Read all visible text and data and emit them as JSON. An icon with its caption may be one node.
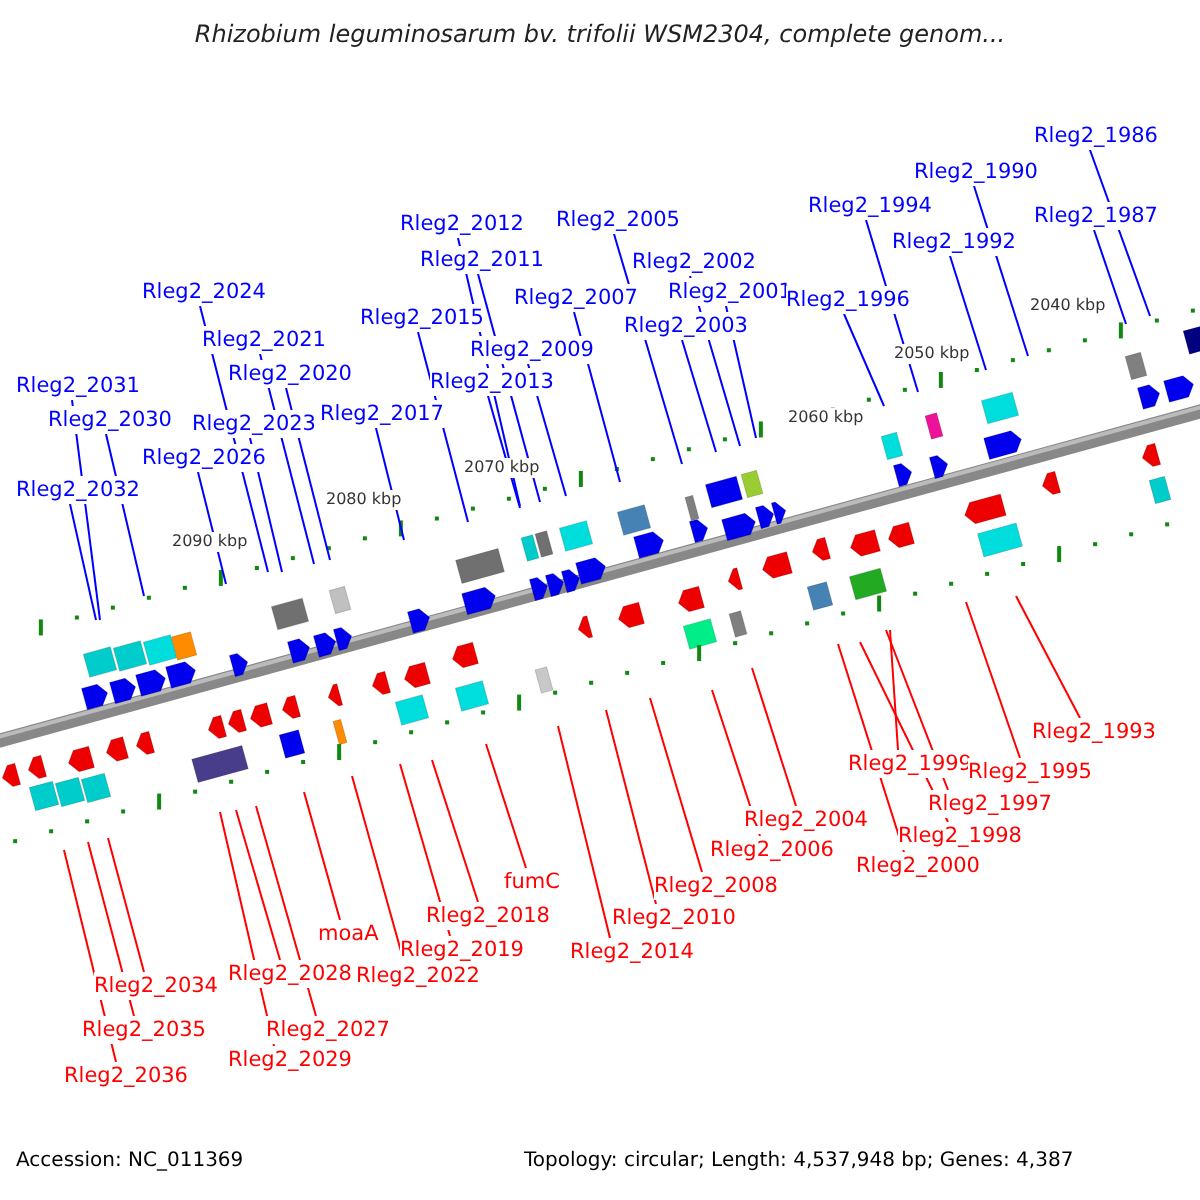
{
  "diagram": {
    "title": "Rhizobium leguminosarum bv. trifolii WSM2304, complete genom...",
    "nodes": [
      {
        "text": [
          "Rleg2_1986"
        ]
      },
      {
        "text": [
          "Rleg2_1990"
        ]
      },
      {
        "text": [
          "Rleg2_1987"
        ]
      },
      {
        "text": [
          "Rleg2_1994"
        ]
      },
      {
        "text": [
          "Rleg2_2005"
        ]
      },
      {
        "text": [
          "Rleg2_1992"
        ]
      },
      {
        "text": [
          "Rleg2_2012"
        ]
      },
      {
        "text": [
          "Rleg2_2002"
        ]
      },
      {
        "text": [
          "Rleg2_2011"
        ]
      },
      {
        "text": [
          "Rleg2_2001"
        ]
      },
      {
        "text": [
          "Rleg2_2024"
        ]
      },
      {
        "text": [
          "Rleg2_2007"
        ]
      },
      {
        "text": [
          "Rleg2_1996"
        ]
      },
      {
        "text": [
          "Rleg2_2015"
        ]
      },
      {
        "text": [
          "Rleg2_2003"
        ]
      },
      {
        "text": [
          "Rleg2_2021"
        ]
      },
      {
        "text": [
          "Rleg2_2009"
        ]
      },
      {
        "text": [
          "Rleg2_2020"
        ]
      },
      {
        "text": [
          "Rleg2_2013"
        ]
      },
      {
        "text": [
          "Rleg2_2031"
        ]
      },
      {
        "text": [
          "Rleg2_2017"
        ]
      },
      {
        "text": [
          "Rleg2_2030"
        ]
      },
      {
        "text": [
          "Rleg2_2023"
        ]
      },
      {
        "text": [
          "Rleg2_2026"
        ]
      },
      {
        "text": [
          "Rleg2_2032"
        ]
      },
      {
        "text": [
          "Rleg2_1993"
        ]
      },
      {
        "text": [
          "Rleg2_1999"
        ]
      },
      {
        "text": [
          "Rleg2_1995"
        ]
      },
      {
        "text": [
          "Rleg2_1997"
        ]
      },
      {
        "text": [
          "Rleg2_2004"
        ]
      },
      {
        "text": [
          "Rleg2_1998"
        ]
      },
      {
        "text": [
          "Rleg2_2006"
        ]
      },
      {
        "text": [
          "Rleg2_2000"
        ]
      },
      {
        "text": [
          "fumC"
        ]
      },
      {
        "text": [
          "Rleg2_2008"
        ]
      },
      {
        "text": [
          "Rleg2_2018"
        ]
      },
      {
        "text": [
          "Rleg2_2010"
        ]
      },
      {
        "text": [
          "moaA"
        ]
      },
      {
        "text": [
          "Rleg2_2019"
        ]
      },
      {
        "text": [
          "Rleg2_2014"
        ]
      },
      {
        "text": [
          "Rleg2_2028"
        ]
      },
      {
        "text": [
          "Rleg2_2022"
        ]
      },
      {
        "text": [
          "Rleg2_2034"
        ]
      },
      {
        "text": [
          "Rleg2_2027"
        ]
      },
      {
        "text": [
          "Rleg2_2035"
        ]
      },
      {
        "text": [
          "Rleg2_2029"
        ]
      },
      {
        "text": [
          "Rleg2_2036"
        ]
      }
    ],
    "edges": [
      {
        "from": 0,
        "to": null,
        "arrow": "none"
      },
      {
        "from": 1,
        "to": null,
        "arrow": "none"
      },
      {
        "from": 2,
        "to": null,
        "arrow": "none"
      },
      {
        "from": 3,
        "to": null,
        "arrow": "none"
      },
      {
        "from": 4,
        "to": null,
        "arrow": "none"
      },
      {
        "from": 5,
        "to": null,
        "arrow": "none"
      },
      {
        "from": 6,
        "to": null,
        "arrow": "none"
      },
      {
        "from": 7,
        "to": null,
        "arrow": "none"
      },
      {
        "from": 8,
        "to": null,
        "arrow": "none"
      },
      {
        "from": 9,
        "to": null,
        "arrow": "none"
      },
      {
        "from": 10,
        "to": null,
        "arrow": "none"
      },
      {
        "from": 11,
        "to": null,
        "arrow": "none"
      },
      {
        "from": 12,
        "to": null,
        "arrow": "none"
      },
      {
        "from": 13,
        "to": null,
        "arrow": "none"
      },
      {
        "from": 14,
        "to": null,
        "arrow": "none"
      },
      {
        "from": 15,
        "to": null,
        "arrow": "none"
      },
      {
        "from": 16,
        "to": null,
        "arrow": "none"
      },
      {
        "from": 17,
        "to": null,
        "arrow": "none"
      },
      {
        "from": 18,
        "to": null,
        "arrow": "none"
      },
      {
        "from": 19,
        "to": null,
        "arrow": "none"
      },
      {
        "from": 20,
        "to": null,
        "arrow": "none"
      },
      {
        "from": 21,
        "to": null,
        "arrow": "none"
      },
      {
        "from": 22,
        "to": null,
        "arrow": "none"
      },
      {
        "from": 23,
        "to": null,
        "arrow": "none"
      },
      {
        "from": 24,
        "to": null,
        "arrow": "none"
      },
      {
        "from": 25,
        "to": null,
        "arrow": "none",
        "color": "#ff0000"
      },
      {
        "from": 26,
        "to": null,
        "arrow": "none",
        "color": "#ff0000"
      },
      {
        "from": 27,
        "to": null,
        "arrow": "none",
        "color": "#ff0000"
      },
      {
        "from": 28,
        "to": null,
        "arrow": "none",
        "color": "#ff0000"
      },
      {
        "from": 29,
        "to": null,
        "arrow": "none",
        "color": "#ff0000"
      },
      {
        "from": 30,
        "to": null,
        "arrow": "none",
        "color": "#ff0000"
      },
      {
        "from": 31,
        "to": null,
        "arrow": "none",
        "color": "#ff0000"
      },
      {
        "from": 32,
        "to": null,
        "arrow": "none",
        "color": "#ff0000"
      },
      {
        "from": 33,
        "to": null,
        "arrow": "none",
        "color": "#ff0000"
      },
      {
        "from": 34,
        "to": null,
        "arrow": "none",
        "color": "#ff0000"
      },
      {
        "from": 35,
        "to": null,
        "arrow": "none",
        "color": "#ff0000"
      },
      {
        "from": 36,
        "to": null,
        "arrow": "none",
        "color": "#ff0000"
      },
      {
        "from": 37,
        "to": null,
        "arrow": "none",
        "color": "#ff0000"
      },
      {
        "from": 38,
        "to": null,
        "arrow": "none",
        "color": "#ff0000"
      },
      {
        "from": 39,
        "to": null,
        "arrow": "none",
        "color": "#ff0000"
      },
      {
        "from": 40,
        "to": null,
        "arrow": "none",
        "color": "#ff0000"
      },
      {
        "from": 41,
        "to": null,
        "arrow": "none",
        "color": "#ff0000"
      },
      {
        "from": 42,
        "to": null,
        "arrow": "none",
        "color": "#ff0000"
      },
      {
        "from": 43,
        "to": null,
        "arrow": "none",
        "color": "#ff0000"
      },
      {
        "from": 44,
        "to": null,
        "arrow": "none",
        "color": "#ff0000"
      },
      {
        "from": 45,
        "to": null,
        "arrow": "none",
        "color": "#ff0000"
      },
      {
        "from": 46,
        "to": null,
        "arrow": "none",
        "color": "#ff0000"
      }
    ],
    "labels": [
      "2040 kbp",
      "2050 kbp",
      "2060 kbp",
      "2070 kbp",
      "2080 kbp",
      "2090 kbp",
      "Accession: NC_011369",
      "Topology: circular; Length: 4,537,948 bp; Genes: 4,387"
    ]
  }
}
